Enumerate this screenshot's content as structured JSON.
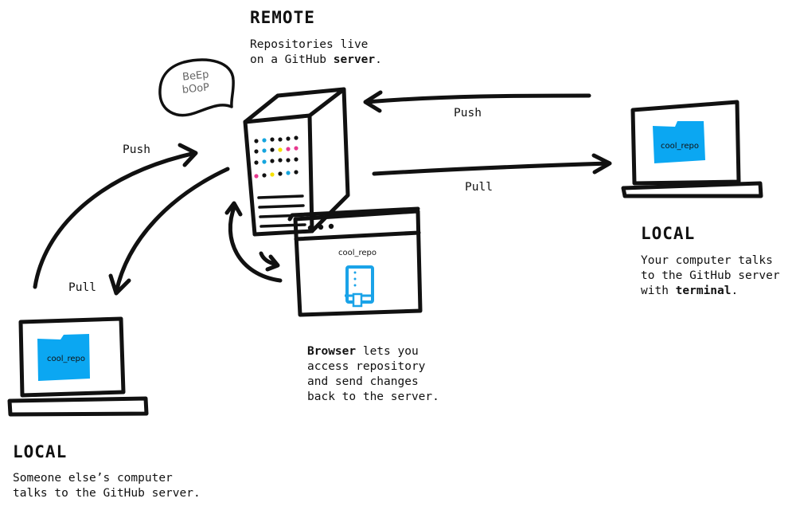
{
  "remote": {
    "heading": "REMOTE",
    "desc_line1": "Repositories live",
    "desc_line2_pre": "on a GitHub ",
    "desc_line2_bold": "server",
    "desc_line2_post": "."
  },
  "bubble": {
    "line1": "BeEp",
    "line2": "bOoP"
  },
  "arrows": {
    "right_push": "Push",
    "right_pull": "Pull",
    "left_push": "Push",
    "left_pull": "Pull"
  },
  "browser": {
    "repo_name": "cool_repo",
    "desc_bold": "Browser",
    "desc_line1_post": " lets you",
    "desc_line2": "access repository",
    "desc_line3": "and send changes",
    "desc_line4": "back to the server."
  },
  "local_right": {
    "folder_label": "cool_repo",
    "heading": "LOCAL",
    "desc_line1": "Your computer talks",
    "desc_line2": "to the GitHub server",
    "desc_line3_pre": "with ",
    "desc_line3_bold": "terminal",
    "desc_line3_post": "."
  },
  "local_left": {
    "folder_label": "cool_repo",
    "heading": "LOCAL",
    "desc_line1": "Someone else’s computer",
    "desc_line2": "talks to the GitHub server."
  },
  "colors": {
    "folder_blue": "#0ba7f2",
    "book_blue": "#1aa3e8",
    "dot_cyan": "#15a5de",
    "dot_yellow": "#f5e000",
    "dot_magenta": "#e7398f",
    "ink": "#111111"
  }
}
